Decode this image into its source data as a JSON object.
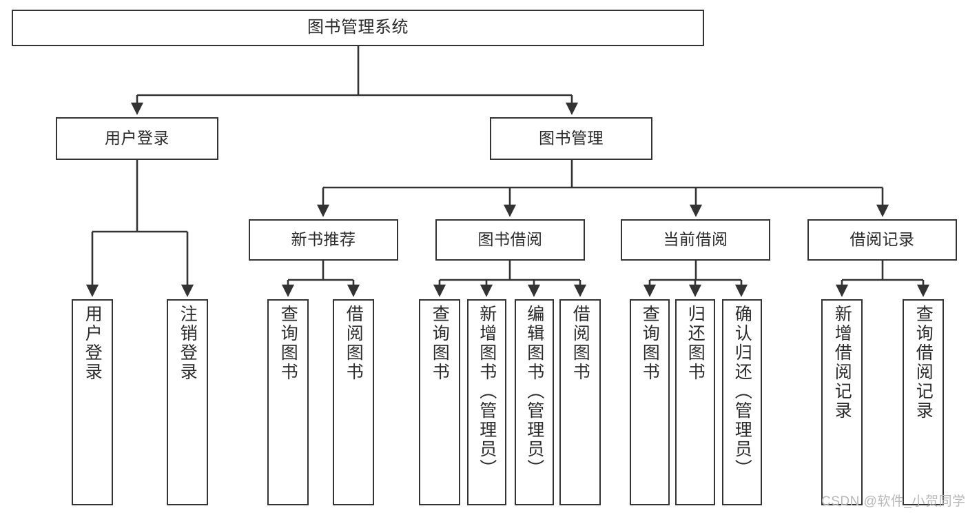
{
  "diagram": {
    "type": "tree-hierarchy",
    "title": "图书管理系统",
    "colors": {
      "stroke": "#333333",
      "box_fill": "#ffffff",
      "text": "#2b2b2b",
      "watermark": "#b9b9b9"
    },
    "levels": {
      "root": {
        "label": "图书管理系统"
      },
      "level2": [
        {
          "label": "用户登录"
        },
        {
          "label": "图书管理"
        }
      ],
      "level3": [
        {
          "label": "新书推荐"
        },
        {
          "label": "图书借阅"
        },
        {
          "label": "当前借阅"
        },
        {
          "label": "借阅记录"
        }
      ],
      "leaves": {
        "user_login": [
          {
            "label": "用户登录"
          },
          {
            "label": "注销登录"
          }
        ],
        "new_book_recommend": [
          {
            "label": "查询图书"
          },
          {
            "label": "借阅图书"
          }
        ],
        "book_borrow": [
          {
            "label": "查询图书"
          },
          {
            "label": "新增图书（管理员）"
          },
          {
            "label": "编辑图书（管理员）"
          },
          {
            "label": "借阅图书"
          }
        ],
        "current_borrow": [
          {
            "label": "查询图书"
          },
          {
            "label": "归还图书"
          },
          {
            "label": "确认归还（管理员）"
          }
        ],
        "borrow_record": [
          {
            "label": "新增借阅记录"
          },
          {
            "label": "查询借阅记录"
          }
        ]
      }
    },
    "watermark": "CSDN @软件_小贺同学"
  }
}
